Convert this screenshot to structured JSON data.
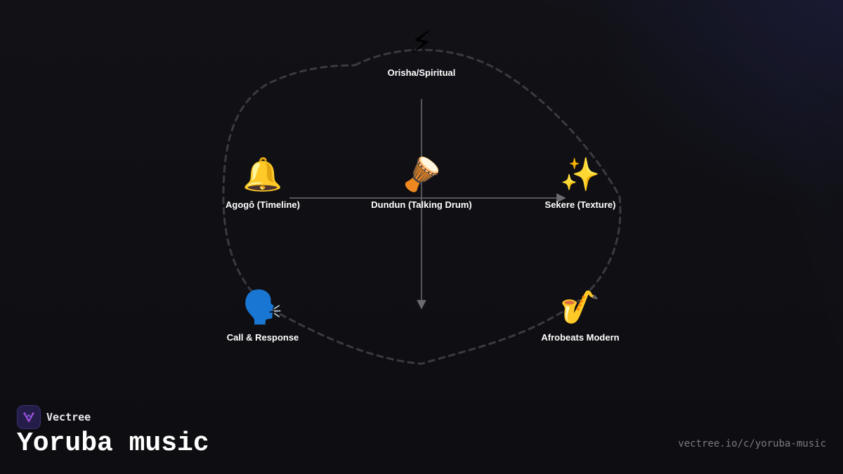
{
  "brand": {
    "name": "Vectree",
    "logo_icon": "vectree-logo-icon",
    "logo_color": "#a24fd8"
  },
  "title": "Yoruba music",
  "url": "vectree.io/c/yoruba-music",
  "colors": {
    "background": "#0f0f13",
    "outline": "#3a3a40",
    "connector": "#6a6a70",
    "label": "#ffffff",
    "url": "#7a7a82"
  },
  "nodes": {
    "orisha": {
      "label": "Orisha/Spiritual",
      "emoji": "⚡",
      "icon": "lightning-icon"
    },
    "agogo": {
      "label": "Agogô (Timeline)",
      "emoji": "🔔",
      "icon": "bell-icon"
    },
    "dundun": {
      "label": "Dundun (Talking Drum)",
      "emoji": "🪘",
      "icon": "drum-icon"
    },
    "sekere": {
      "label": "Sekere (Texture)",
      "emoji": "✨",
      "icon": "sparkles-icon"
    },
    "call": {
      "label": "Call & Response",
      "emoji": "🗣️",
      "icon": "speaking-head-icon"
    },
    "afrobeats": {
      "label": "Afrobeats Modern",
      "emoji": "🎷",
      "icon": "saxophone-icon"
    }
  }
}
